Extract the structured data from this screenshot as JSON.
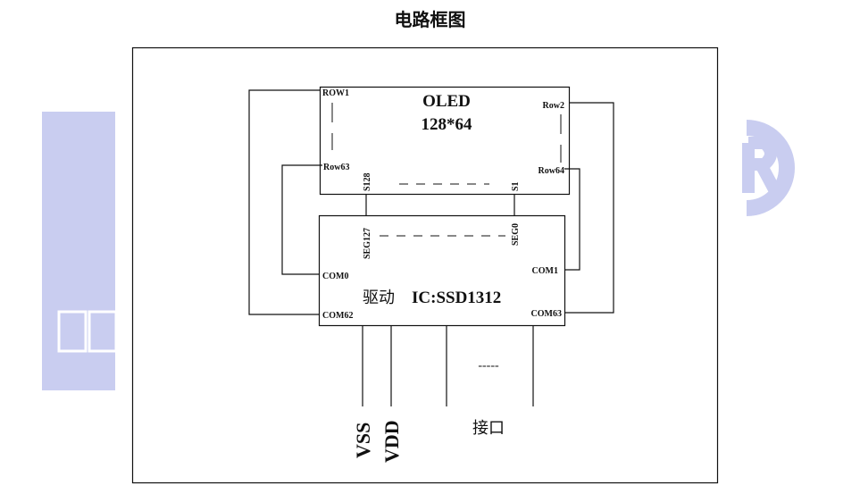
{
  "title": "电路框图",
  "oled": {
    "name": "OLED",
    "resolution": "128*64"
  },
  "pins": {
    "row1": "ROW1",
    "row2": "Row2",
    "row63": "Row63",
    "row64": "Row64",
    "s128": "S128",
    "s1": "S1",
    "seg127": "SEG127",
    "seg0": "SEG0",
    "com0": "COM0",
    "com1": "COM1",
    "com62": "COM62",
    "com63": "COM63"
  },
  "driver": {
    "prefix": "驱动",
    "ic": "IC:SSD1312"
  },
  "bus": {
    "vss": "VSS",
    "vdd": "VDD",
    "interface": "接口",
    "ellipsis": "-----"
  },
  "colors": {
    "watermark": "#c9cdf0",
    "line": "#111111"
  }
}
